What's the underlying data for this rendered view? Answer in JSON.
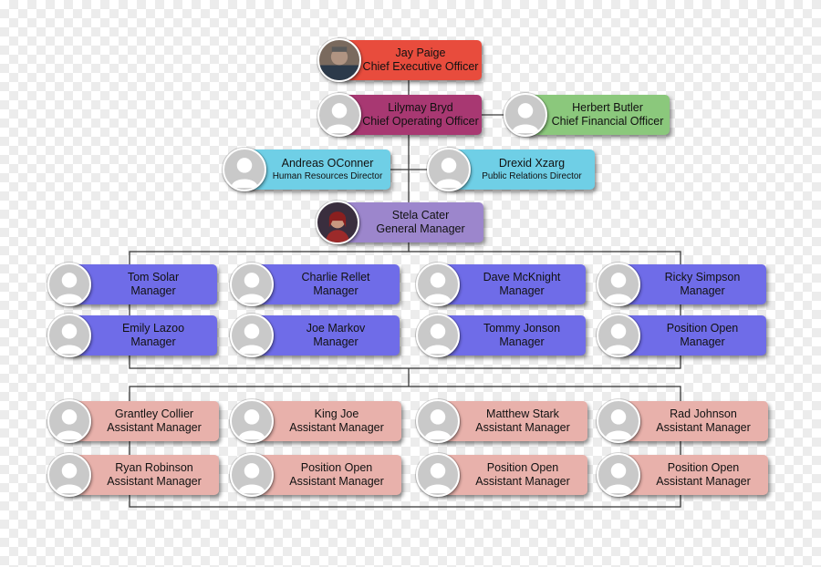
{
  "colors": {
    "ceo": "#e84c3d",
    "coo": "#a83872",
    "cfo": "#8bc87c",
    "director": "#6fcfe6",
    "general_manager": "#9c86cc",
    "manager": "#6f6ce8",
    "assistant": "#e8b1ab",
    "avatar_bg": "#c9c9c9",
    "avatar_fg": "#ffffff"
  },
  "nodes": {
    "ceo": {
      "name": "Jay Paige",
      "title": "Chief Executive Officer",
      "avatar": "photo-icon"
    },
    "coo": {
      "name": "Lilymay Bryd",
      "title": "Chief Operating Officer",
      "avatar": "person-icon"
    },
    "cfo": {
      "name": "Herbert Butler",
      "title": "Chief Financial Officer",
      "avatar": "person-icon"
    },
    "hr": {
      "name": "Andreas OConner",
      "title": "Human Resources Director",
      "avatar": "person-icon"
    },
    "pr": {
      "name": "Drexid Xzarg",
      "title": "Public Relations Director",
      "avatar": "person-icon"
    },
    "gm": {
      "name": "Stela Cater",
      "title": "General Manager",
      "avatar": "photo-icon"
    },
    "managers": [
      {
        "name": "Tom Solar",
        "title": "Manager"
      },
      {
        "name": "Charlie Rellet",
        "title": "Manager"
      },
      {
        "name": "Dave McKnight",
        "title": "Manager"
      },
      {
        "name": "Ricky Simpson",
        "title": "Manager"
      },
      {
        "name": "Emily Lazoo",
        "title": "Manager"
      },
      {
        "name": "Joe Markov",
        "title": "Manager"
      },
      {
        "name": "Tommy Jonson",
        "title": "Manager"
      },
      {
        "name": "Position Open",
        "title": "Manager"
      }
    ],
    "assistants": [
      {
        "name": "Grantley Collier",
        "title": "Assistant Manager"
      },
      {
        "name": "King Joe",
        "title": "Assistant Manager"
      },
      {
        "name": "Matthew Stark",
        "title": "Assistant Manager"
      },
      {
        "name": "Rad Johnson",
        "title": "Assistant Manager"
      },
      {
        "name": "Ryan Robinson",
        "title": "Assistant Manager"
      },
      {
        "name": "Position Open",
        "title": "Assistant Manager"
      },
      {
        "name": "Position Open",
        "title": "Assistant Manager"
      },
      {
        "name": "Position Open",
        "title": "Assistant Manager"
      }
    ]
  }
}
